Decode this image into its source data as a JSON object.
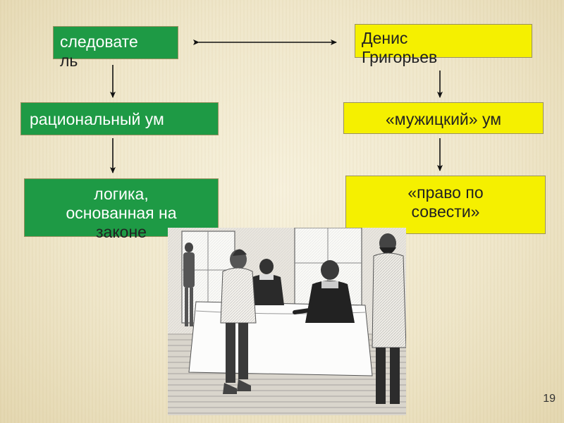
{
  "diagram": {
    "investigator": [
      "следовате",
      "ль"
    ],
    "denis": [
      "Денис",
      "Григорьев"
    ],
    "rational_mind": "рациональный ум",
    "muzhik_mind": "«мужицкий» ум",
    "logic": [
      "логика,",
      "основанная на",
      "законе"
    ],
    "conscience": [
      "«право по",
      "совести»"
    ]
  },
  "colors": {
    "green": "#1e9a45",
    "yellow": "#f5f000",
    "arrow": "#111111"
  },
  "illustration": {
    "description_icon": "engraving-courtroom-scene"
  },
  "page_number": "19"
}
